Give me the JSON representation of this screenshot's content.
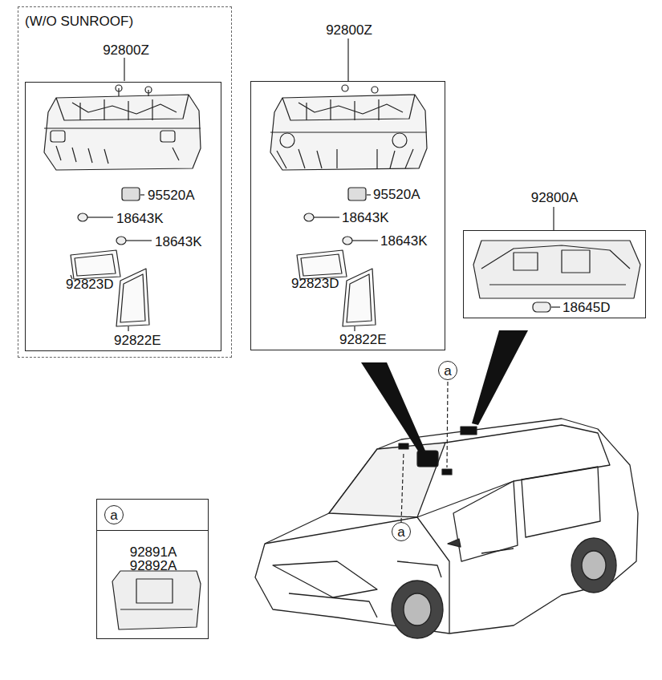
{
  "diagram": {
    "nodes": [
      {
        "text": [
          "(W/O SUNROOF)"
        ]
      },
      {
        "text": [
          "92800Z",
          "95520A",
          "18643K",
          "18643K",
          "92823D",
          "92822E"
        ],
        "in": 0
      },
      {
        "text": [
          "92800Z",
          "95520A",
          "18643K",
          "18643K",
          "92823D",
          "92822E"
        ]
      },
      {
        "text": [
          "92800A",
          "18645D"
        ]
      },
      {
        "text": [
          "a"
        ]
      },
      {
        "text": [
          "92891A",
          "92892A"
        ]
      },
      {
        "text": [
          "a"
        ],
        "in": 5
      },
      {
        "text": [
          "a"
        ]
      }
    ]
  }
}
